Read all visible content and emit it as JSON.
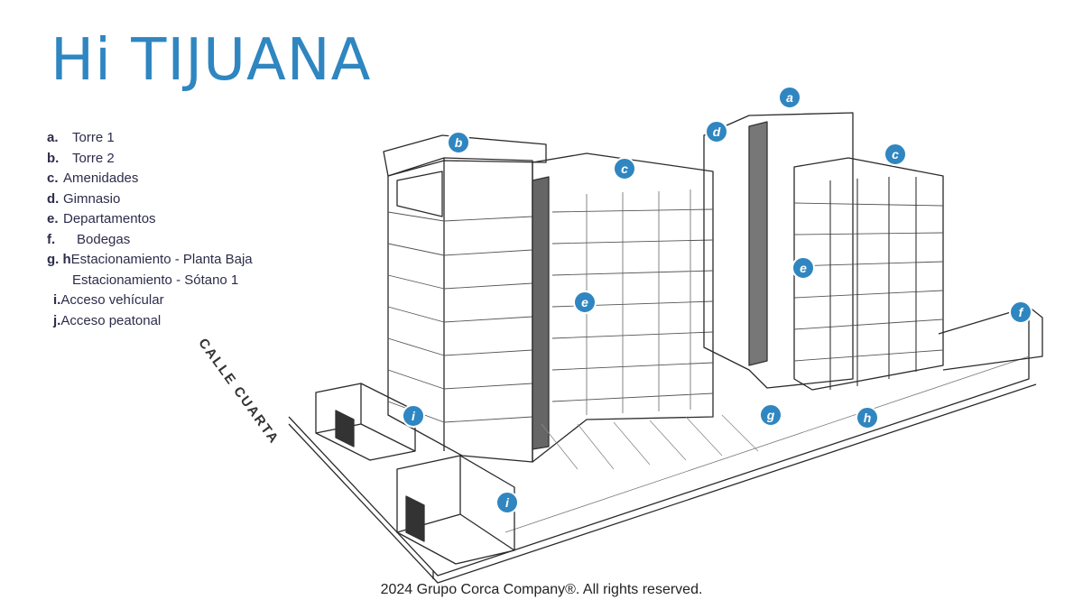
{
  "title": "Hi TIJUANA",
  "legend": {
    "a": {
      "key": "a.",
      "label": "Torre 1"
    },
    "b": {
      "key": "b.",
      "label": "Torre 2"
    },
    "c": {
      "key": "c.",
      "label": "Amenidades"
    },
    "d": {
      "key": "d.",
      "label": "Gimnasio"
    },
    "e": {
      "key": "e.",
      "label": "Departamentos"
    },
    "f": {
      "key": "f.",
      "label": "Bodegas"
    },
    "gh": {
      "key": "g. h",
      "label_g": "Estacionamiento - Planta Baja",
      "label_h": "Estacionamiento - Sótano 1"
    },
    "i": {
      "key": "i.",
      "label": "Acceso vehícular"
    },
    "j": {
      "key": "j.",
      "label": "Acceso peatonal"
    }
  },
  "street_label": "CALLE CUARTA",
  "markers": [
    "a",
    "b",
    "c",
    "c",
    "d",
    "e",
    "e",
    "f",
    "g",
    "h",
    "i",
    "i"
  ],
  "colors": {
    "accent": "#2f86c0",
    "marker": "#2f86c0",
    "text": "#2c2c4a"
  },
  "footer": "2024 Grupo Corca Company®. All rights reserved."
}
